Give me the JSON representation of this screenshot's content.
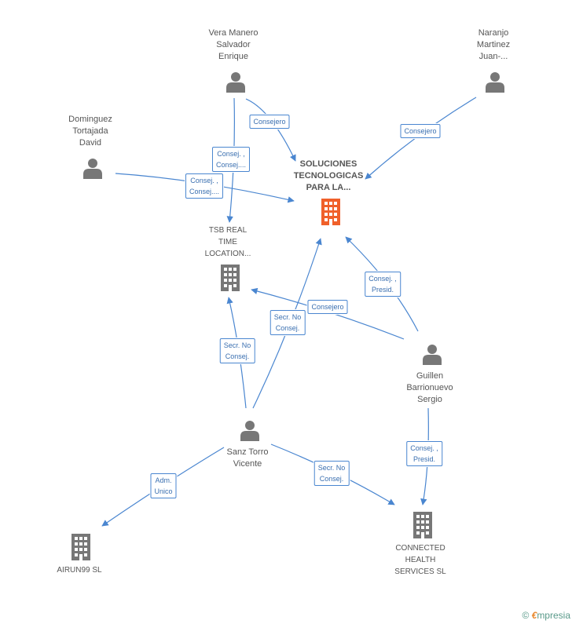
{
  "people": {
    "vera": "Vera Manero\nSalvador\nEnrique",
    "naranjo": "Naranjo\nMartinez\nJuan-...",
    "dominguez": "Dominguez\nTortajada\nDavid",
    "guillen": "Guillen\nBarrionuevo\nSergio",
    "sanz": "Sanz Torro\nVicente"
  },
  "companies": {
    "soluciones": "SOLUCIONES\nTECNOLOGICAS\nPARA LA...",
    "tsb": "TSB REAL\nTIME\nLOCATION...",
    "airun": "AIRUN99 SL",
    "connected": "CONNECTED\nHEALTH\nSERVICES  SL"
  },
  "edges": {
    "vera_sol": "Consejero",
    "vera_tsb": "Consej. ,\nConsej....",
    "dom_sol": "Consej. ,\nConsej....",
    "naranjo_sol": "Consejero",
    "guillen_sol": "Consej. ,\nPresid.",
    "guillen_tsb": "Consejero",
    "sanz_sol": "Secr.  No\nConsej.",
    "sanz_tsb": "Secr.  No\nConsej.",
    "sanz_airun": "Adm.\nUnico",
    "sanz_conn": "Secr.  No\nConsej.",
    "guillen_conn": "Consej. ,\nPresid."
  },
  "footer": {
    "copyright": "©",
    "brand_first": "€",
    "brand_rest": "mpresia"
  },
  "colors": {
    "edge": "#4a86d0",
    "person": "#777777",
    "company": "#777777",
    "highlight": "#f0602a"
  }
}
